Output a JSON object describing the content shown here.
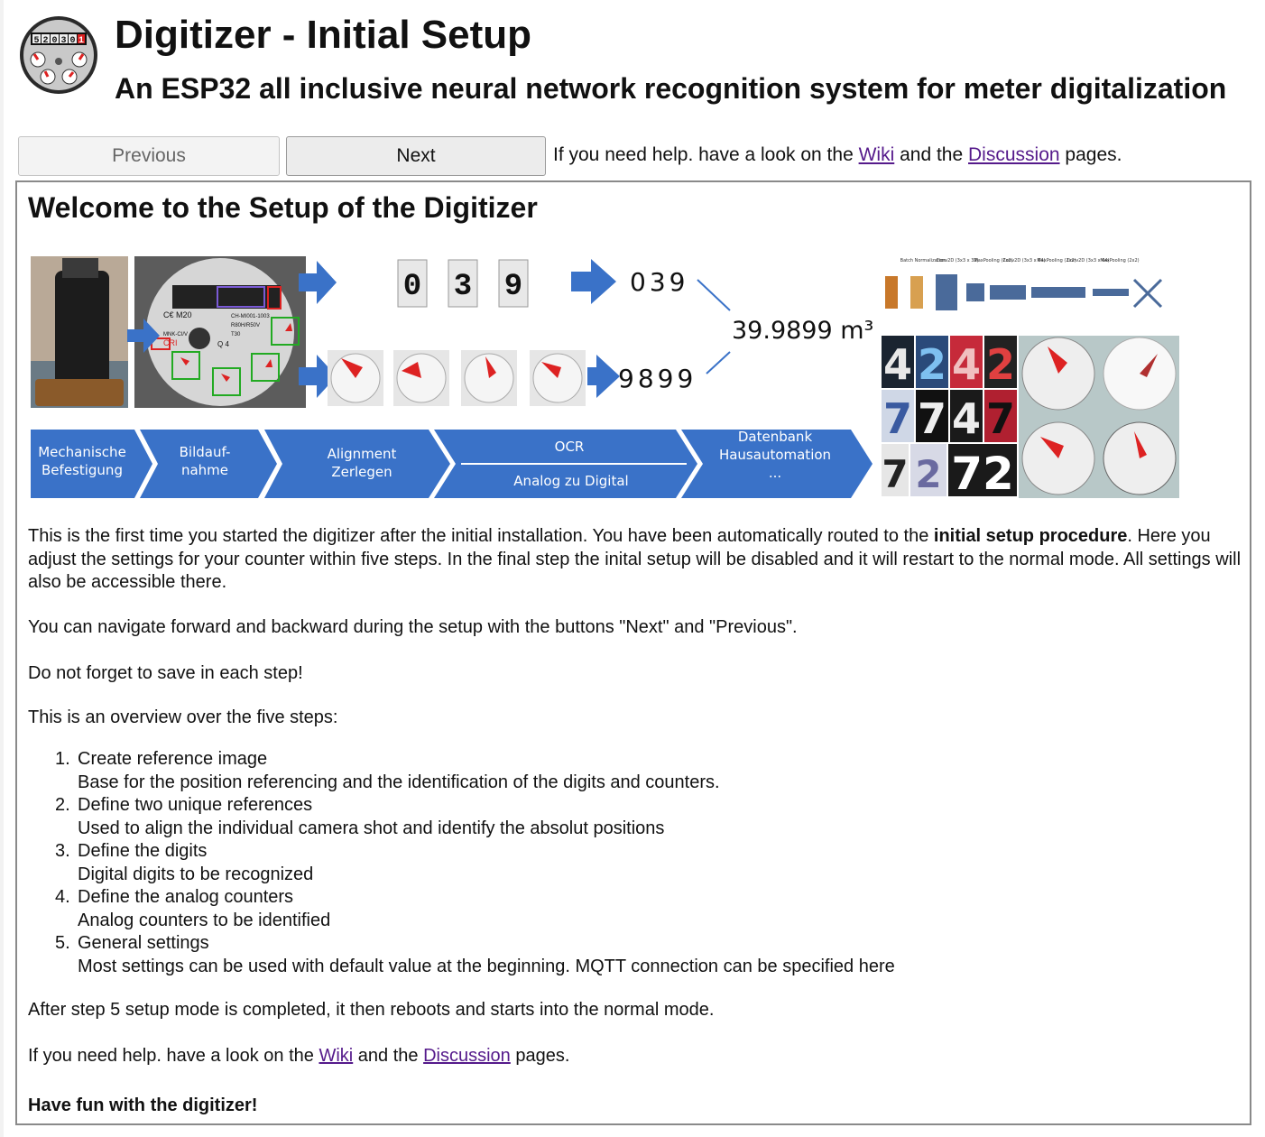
{
  "header": {
    "title": "Digitizer - Initial Setup",
    "subtitle": "An ESP32 all inclusive neural network recognition system for meter digitalization",
    "logo_digits": [
      "5",
      "2",
      "0",
      "3",
      "0",
      "1"
    ]
  },
  "nav": {
    "previous_label": "Previous",
    "next_label": "Next",
    "help_prefix": "If you need help. have a look on the",
    "wiki_label": "Wiki",
    "and_the": "and the",
    "discussion_label": "Discussion",
    "help_suffix": "pages."
  },
  "content": {
    "heading": "Welcome to the Setup of the Digitizer",
    "figure": {
      "digits_top": [
        "0",
        "3",
        "9"
      ],
      "value_top": "039",
      "value_bottom": "9899",
      "result": "39.9899 m³",
      "meter_labels": [
        "C€ M20",
        "CH-MI001-1003",
        "R80H/R50V",
        "T30",
        "MNK-CI/V",
        "CRI",
        "Q 4"
      ],
      "process_steps": [
        "Mechanische\nBefestigung",
        "Bildauf-\nnahme",
        "Alignment\nZerlegen",
        "OCR",
        "Analog zu Digital",
        "Datenbank\nHausautomation\n..."
      ],
      "nn_layers": [
        "Batch Normalization",
        "Conv2D (3x3 x 32)",
        "MaxPooling (2x2)",
        "Conv2D (3x3 x 64)",
        "MaxPooling (2x2)",
        "Conv2D (3x3 x 64)",
        "MaxPooling (2x2)"
      ],
      "digit_samples": [
        "4",
        "2",
        "4",
        "2",
        "7",
        "7",
        "4",
        "7",
        "7",
        "2",
        "72"
      ]
    },
    "intro_part1": "This is the first time you started the digitizer after the initial installation. You have been automatically routed to the ",
    "intro_bold": "initial setup procedure",
    "intro_part2": ". Here you adjust the settings for your counter within five steps. In the final step the inital setup will be disabled and it will restart to the normal mode. All settings will also be accessible there.",
    "navigate_text": "You can navigate forward and backward during the setup with the buttons \"Next\" and \"Previous\".",
    "save_text": "Do not forget to save in each step!",
    "overview_text": "This is an overview over the five steps:",
    "steps": [
      {
        "num": "1.",
        "title": "Create reference image",
        "desc": "Base for the position referencing and the identification of the digits and counters."
      },
      {
        "num": "2.",
        "title": "Define two unique references",
        "desc": "Used to align the individual camera shot and identify the absolut positions"
      },
      {
        "num": "3.",
        "title": "Define the digits",
        "desc": "Digital digits to be recognized"
      },
      {
        "num": "4.",
        "title": "Define the analog counters",
        "desc": "Analog counters to be identified"
      },
      {
        "num": "5.",
        "title": "General settings",
        "desc": "Most settings can be used with default value at the beginning. MQTT connection can be specified here"
      }
    ],
    "after_text": "After step 5 setup mode is completed, it then reboots and starts into the normal mode.",
    "help_prefix": "If you need help. have a look on the",
    "wiki_label": "Wiki",
    "and_the": "and the",
    "discussion_label": "Discussion",
    "help_suffix": "pages.",
    "fun_text": "Have fun with the digitizer!"
  },
  "colors": {
    "arrow_blue": "#3a72c8",
    "link": "#551a8b",
    "pointer_red": "#d42020"
  }
}
